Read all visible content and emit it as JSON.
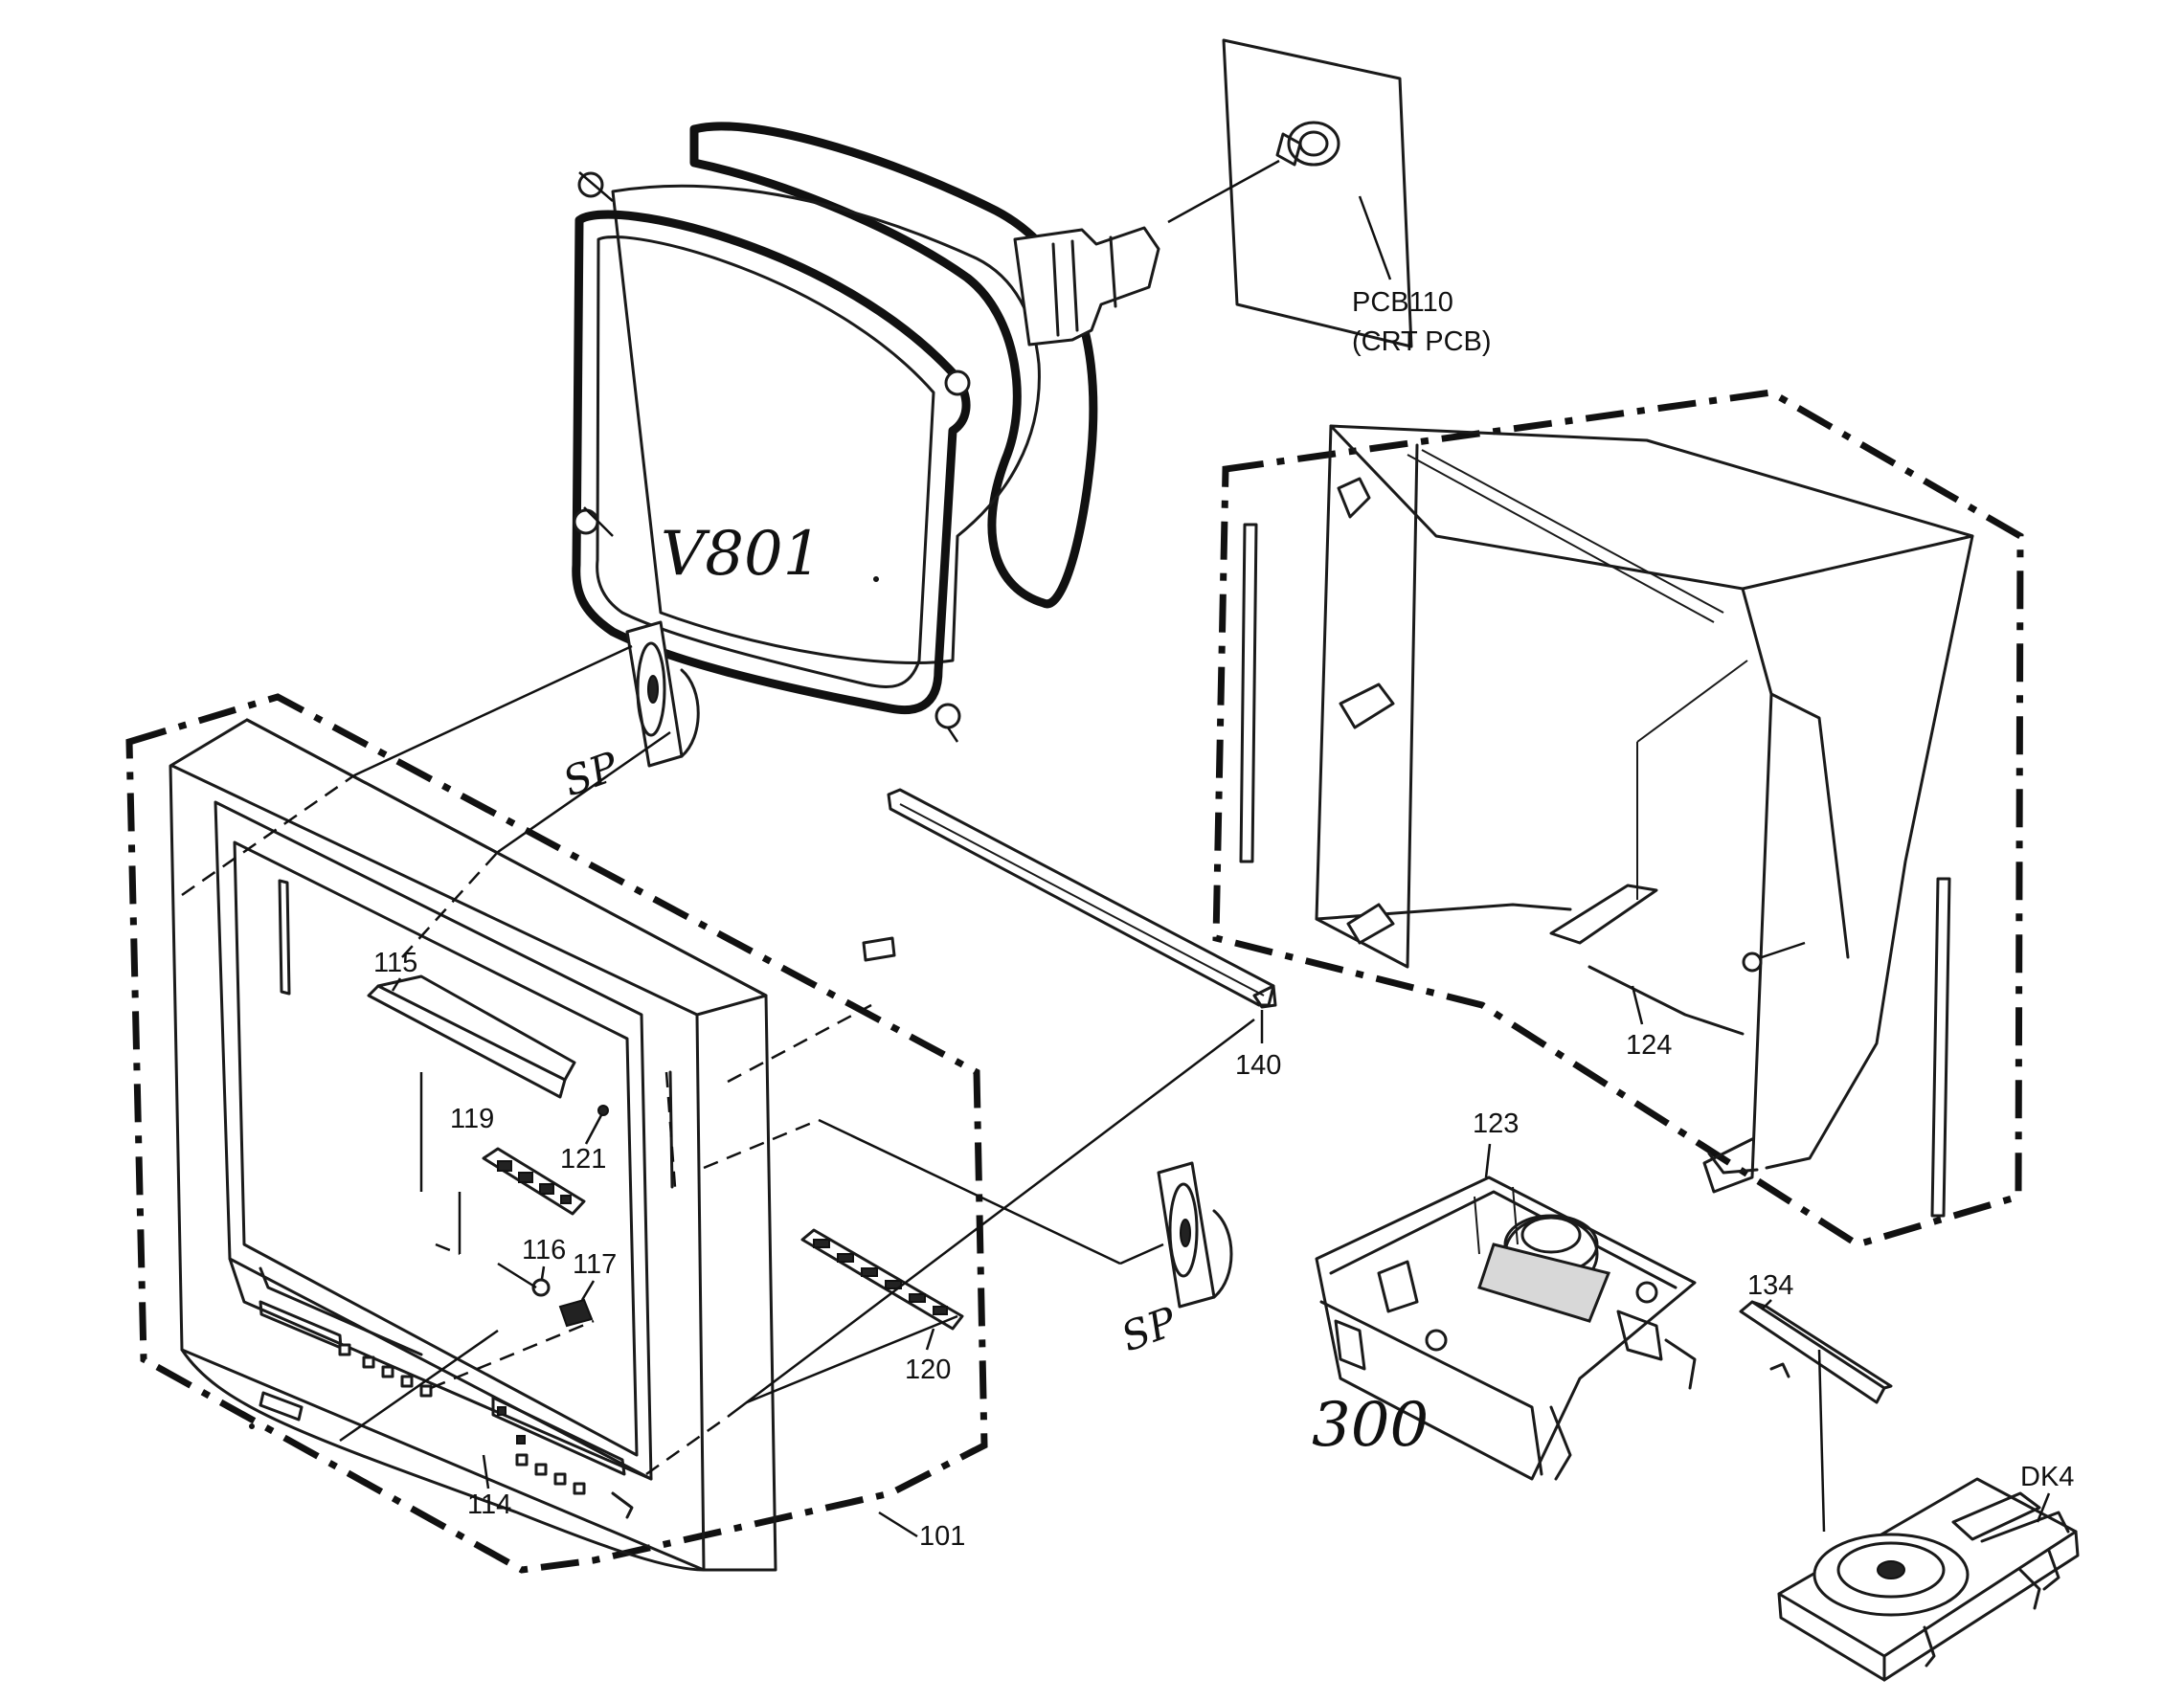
{
  "labels": {
    "pcb110": "PCB110",
    "crt_pcb": "(CRT PCB)",
    "v801": "V801",
    "sp_top": "SP",
    "sp_bottom": "SP",
    "p115": "115",
    "p119": "119",
    "p121": "121",
    "p116": "116",
    "p117": "117",
    "p120": "120",
    "p114": "114",
    "p101": "101",
    "p140": "140",
    "p124": "124",
    "p123": "123",
    "p300": "300",
    "p134": "134",
    "dk4": "DK4"
  }
}
